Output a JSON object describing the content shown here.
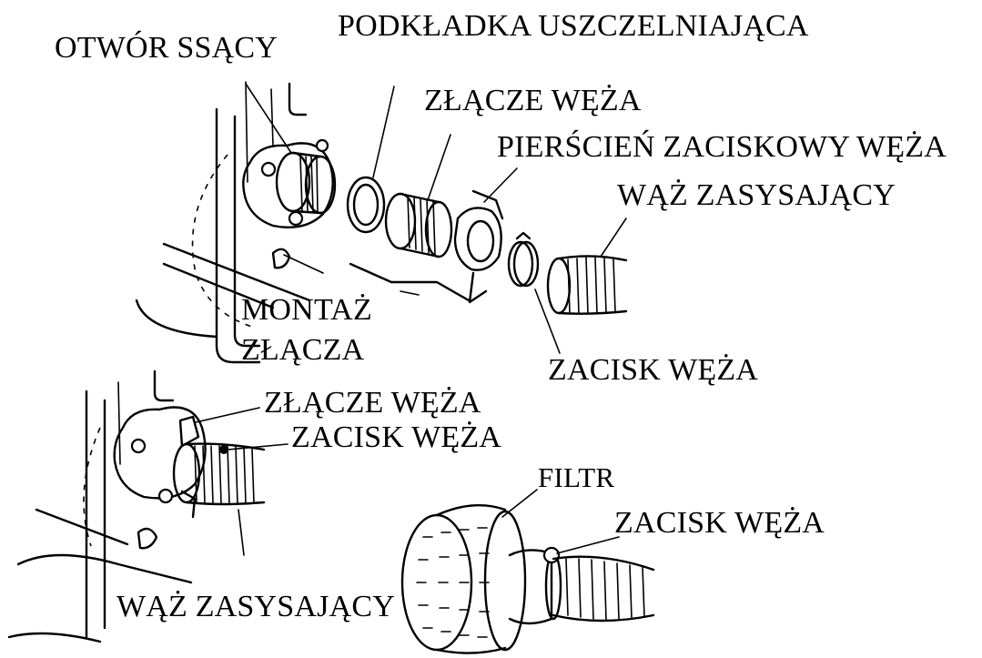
{
  "labels": {
    "suction_port": "OTWÓR SSĄCY",
    "sealing_washer": "PODKŁADKA USZCZELNIAJĄCA",
    "hose_coupling_top": "ZŁĄCZE WĘŻA",
    "hose_clamp_ring": "PIERŚCIEŃ ZACISKOWY WĘŻA",
    "suction_hose_top": "WĄŻ ZASYSAJĄCY",
    "assembly_line1": "MONTAŻ",
    "assembly_line2": "ZŁĄCZA",
    "hose_clamp_top": "ZACISK WĘŻA",
    "hose_coupling_bottom": "ZŁĄCZE WĘŻA",
    "hose_clamp_bottom": "ZACISK WĘŻA",
    "filter": "FILTR",
    "hose_clamp_filter": "ZACISK WĘŻA",
    "suction_hose_bottom": "WĄŻ ZASYSAJĄCY"
  },
  "colors": {
    "ink": "#000000",
    "background": "#ffffff"
  }
}
